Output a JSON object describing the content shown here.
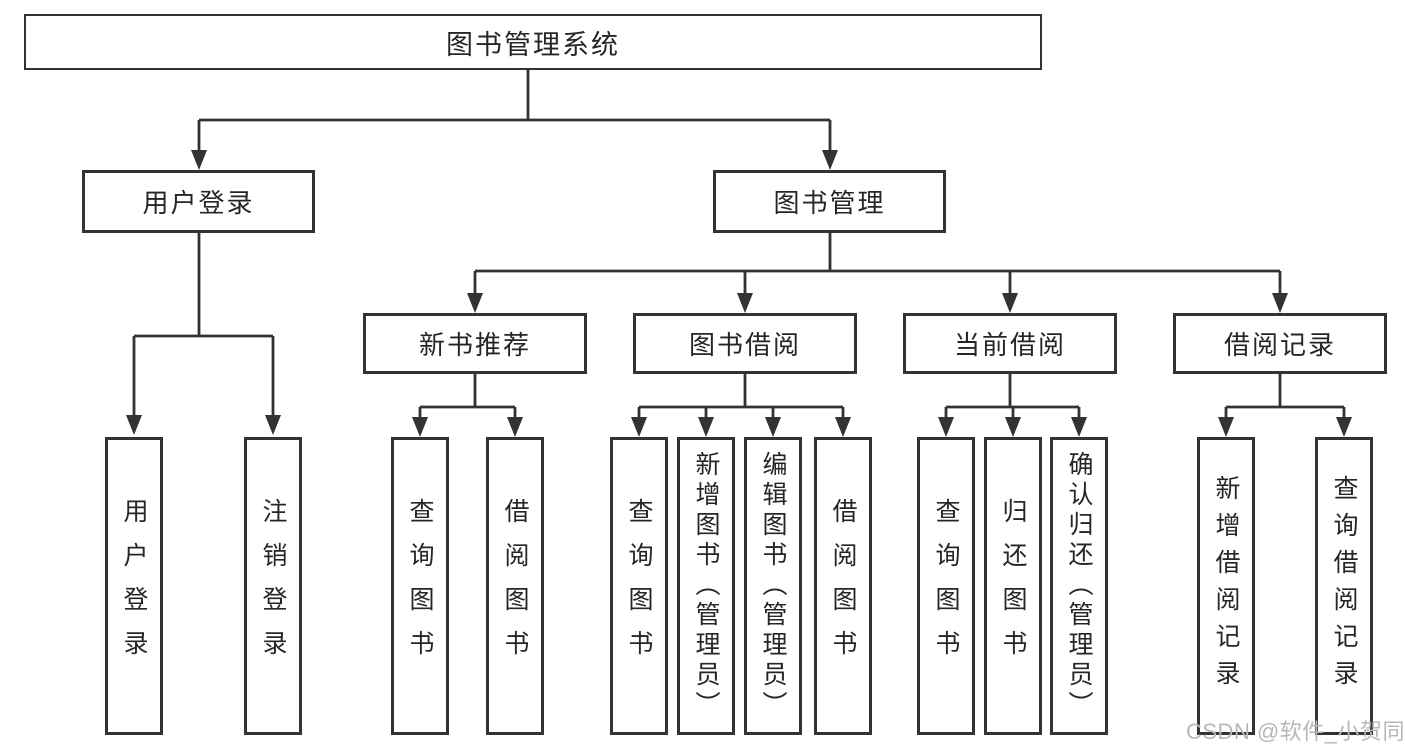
{
  "colors": {
    "line": "#333333",
    "text": "#262626",
    "background": "#ffffff",
    "watermark": "#b9b6b6"
  },
  "watermark": {
    "text": "CSDN @软件_小贺同学"
  },
  "tree": {
    "root": {
      "label": "图书管理系统"
    },
    "branches": [
      {
        "label": "用户登录",
        "leaves": [
          "用户登录",
          "注销登录"
        ]
      },
      {
        "label": "图书管理",
        "sections": [
          {
            "label": "新书推荐",
            "leaves": [
              "查询图书",
              "借阅图书"
            ]
          },
          {
            "label": "图书借阅",
            "leaves": [
              "查询图书",
              "新增图书（管理员）",
              "编辑图书（管理员）",
              "借阅图书"
            ]
          },
          {
            "label": "当前借阅",
            "leaves": [
              "查询图书",
              "归还图书",
              "确认归还（管理员）"
            ]
          },
          {
            "label": "借阅记录",
            "leaves": [
              "新增借阅记录",
              "查询借阅记录"
            ]
          }
        ]
      }
    ]
  }
}
